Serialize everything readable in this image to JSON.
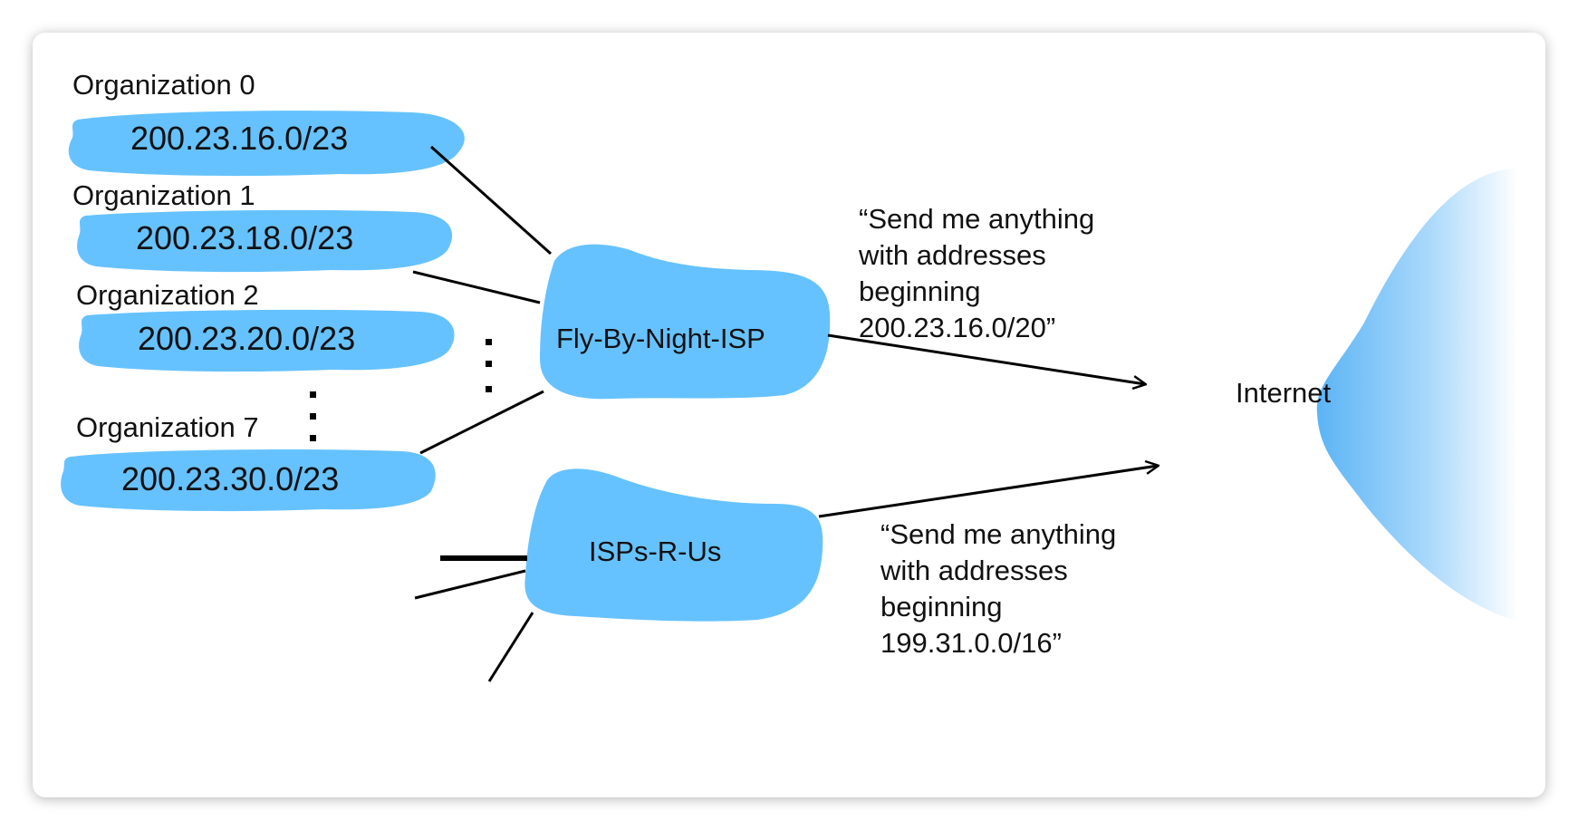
{
  "organizations": [
    {
      "name": "Organization 0",
      "prefix": "200.23.16.0/23"
    },
    {
      "name": "Organization 1",
      "prefix": "200.23.18.0/23"
    },
    {
      "name": "Organization 2",
      "prefix": "200.23.20.0/23"
    },
    {
      "name": "Organization 7",
      "prefix": "200.23.30.0/23"
    }
  ],
  "isps": {
    "fly_by_night": "Fly-By-Night-ISP",
    "isps_r_us": "ISPs-R-Us"
  },
  "internet": "Internet",
  "advertisements": {
    "fly_by_night": [
      "“Send me anything",
      "with addresses",
      "beginning",
      "200.23.16.0/20”"
    ],
    "isps_r_us": [
      "“Send me anything",
      "with addresses",
      "beginning",
      "199.31.0.0/16”"
    ]
  },
  "colors": {
    "cloud": "#66c2ff",
    "internet_edge": "#5bb4f5",
    "line": "#000000"
  }
}
